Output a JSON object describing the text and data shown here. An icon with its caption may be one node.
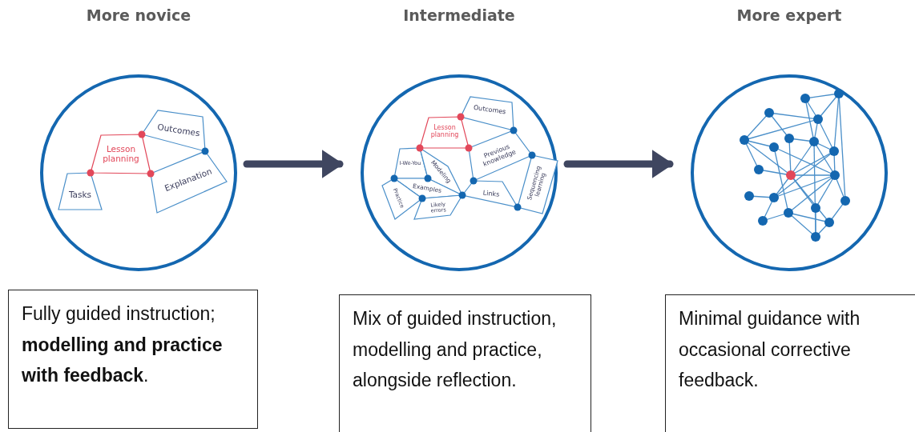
{
  "diagram": {
    "nodes": [
      {
        "text": [
          "More novice"
        ]
      },
      {
        "text": [
          "Lesson planning"
        ],
        "in": 0
      },
      {
        "text": [
          "Outcomes"
        ],
        "in": 0
      },
      {
        "text": [
          "Tasks"
        ],
        "in": 0
      },
      {
        "text": [
          "Explanation"
        ],
        "in": 0
      },
      {
        "text": [
          "Intermediate"
        ]
      },
      {
        "text": [
          "Outcomes"
        ],
        "in": 5
      },
      {
        "text": [
          "Lesson planning"
        ],
        "in": 5
      },
      {
        "text": [
          "Previous knowledge"
        ],
        "in": 5
      },
      {
        "text": [
          "I-We-You"
        ],
        "in": 5
      },
      {
        "text": [
          "Modeling"
        ],
        "in": 5
      },
      {
        "text": [
          "Sequencing learning"
        ],
        "in": 5
      },
      {
        "text": [
          "Examples"
        ],
        "in": 5
      },
      {
        "text": [
          "Links"
        ],
        "in": 5
      },
      {
        "text": [
          "Practice"
        ],
        "in": 5
      },
      {
        "text": [
          "Likely errors"
        ],
        "in": 5
      },
      {
        "text": [
          "More expert"
        ]
      },
      {
        "text": [
          "Fully guided instruction; **modelling and practice with feedback**."
        ]
      },
      {
        "text": [
          "Mix of guided instruction, modelling and practice, alongside reflection."
        ]
      },
      {
        "text": [
          "Minimal guidance with occasional corrective feedback."
        ]
      }
    ],
    "edges": [
      {
        "from": 0,
        "to": 5,
        "arrow": "to"
      },
      {
        "from": 5,
        "to": 16,
        "arrow": "to"
      }
    ]
  }
}
